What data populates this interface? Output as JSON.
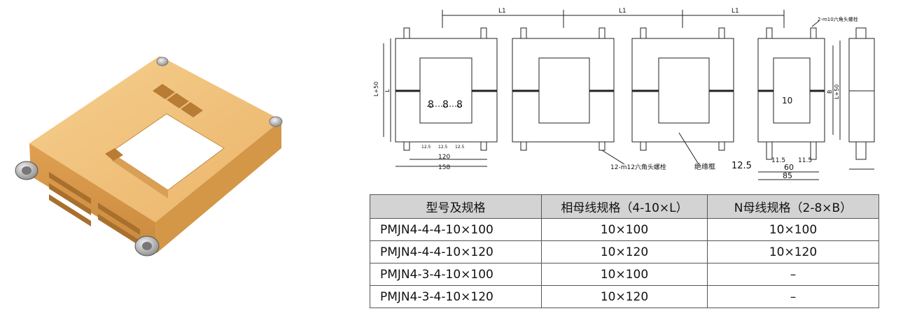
{
  "drawing": {
    "dim_top_l1": [
      "L1",
      "L1",
      "L1"
    ],
    "dim_left_outer": "L+50",
    "dim_left_inner": "L",
    "dim_slot_widths": [
      "8",
      "8",
      "8"
    ],
    "dim_slot_gaps": [
      "12.5",
      "12.5",
      "12.5"
    ],
    "dim_bottom_120": "120",
    "dim_bottom_158": "158",
    "label_bolts_12": "12-m12六角头螺栓",
    "label_frame": "绝缘框",
    "label_bolts_2": "2-m10六角头螺栓",
    "dim_center_10": "10",
    "dim_right_b": "B",
    "dim_right_l50": "L+50",
    "dim_115_left": "11.5",
    "dim_115_right": "11.5",
    "dim_60": "60",
    "dim_125": "12.5",
    "dim_85": "85"
  },
  "table": {
    "headers": [
      "型号及规格",
      "相母线规格（4-10×L）",
      "N母线规格（2-8×B）"
    ],
    "rows": [
      [
        "PMJN4-4-4-10×100",
        "10×100",
        "10×100"
      ],
      [
        "PMJN4-4-4-10×120",
        "10×120",
        "10×120"
      ],
      [
        "PMJN4-3-4-10×100",
        "10×100",
        "–"
      ],
      [
        "PMJN4-3-4-10×120",
        "10×120",
        "–"
      ]
    ]
  },
  "colors": {
    "insulator_light": "#f2c27a",
    "insulator_mid": "#e2a554",
    "insulator_dark": "#b87b35",
    "table_header_bg": "#d3d3d3"
  }
}
